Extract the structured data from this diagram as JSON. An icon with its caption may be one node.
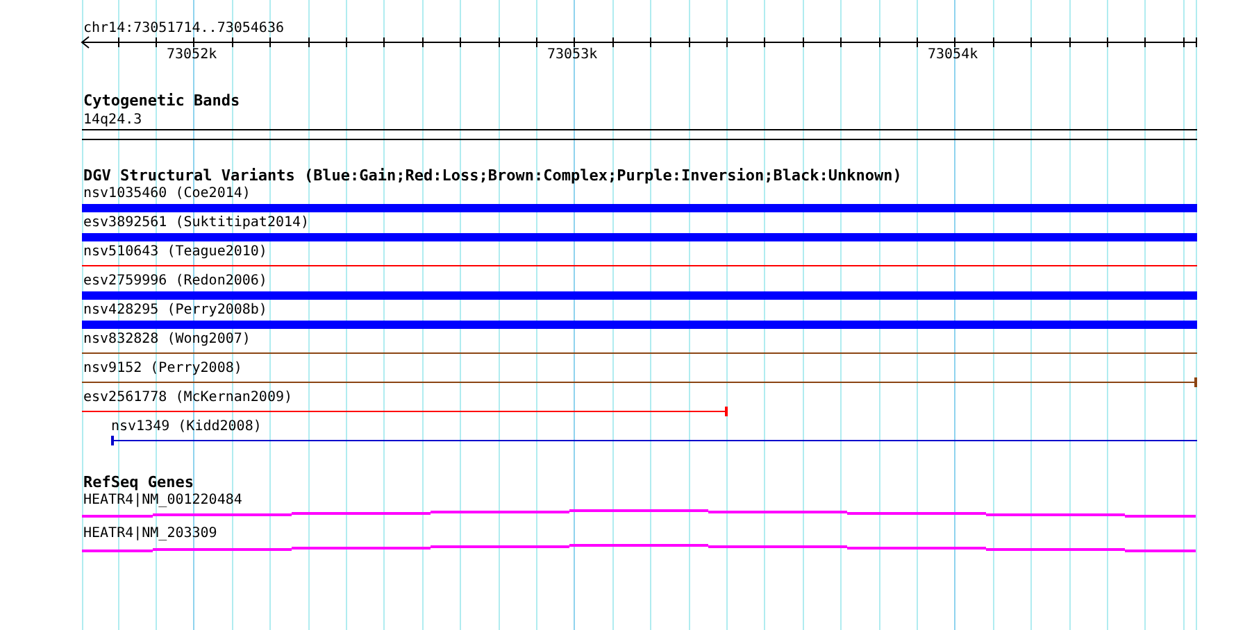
{
  "diagram": {
    "title": "chr14:73051714..73054636",
    "labels": [
      "73052k",
      "73053k",
      "73054k",
      "Cytogenetic Bands",
      "14q24.3",
      "DGV Structural Variants (Blue:Gain;Red:Loss;Brown:Complex;Purple:Inversion;Black:Unknown)",
      "nsv1035460 (Coe2014)",
      "esv3892561 (Suktitipat2014)",
      "nsv510643 (Teague2010)",
      "esv2759996 (Redon2006)",
      "nsv428295 (Perry2008b)",
      "nsv832828 (Wong2007)",
      "nsv9152 (Perry2008)",
      "esv2561778 (McKernan2009)",
      "nsv1349 (Kidd2008)",
      "RefSeq Genes",
      "HEATR4|NM_001220484",
      "HEATR4|NM_203309"
    ]
  }
}
